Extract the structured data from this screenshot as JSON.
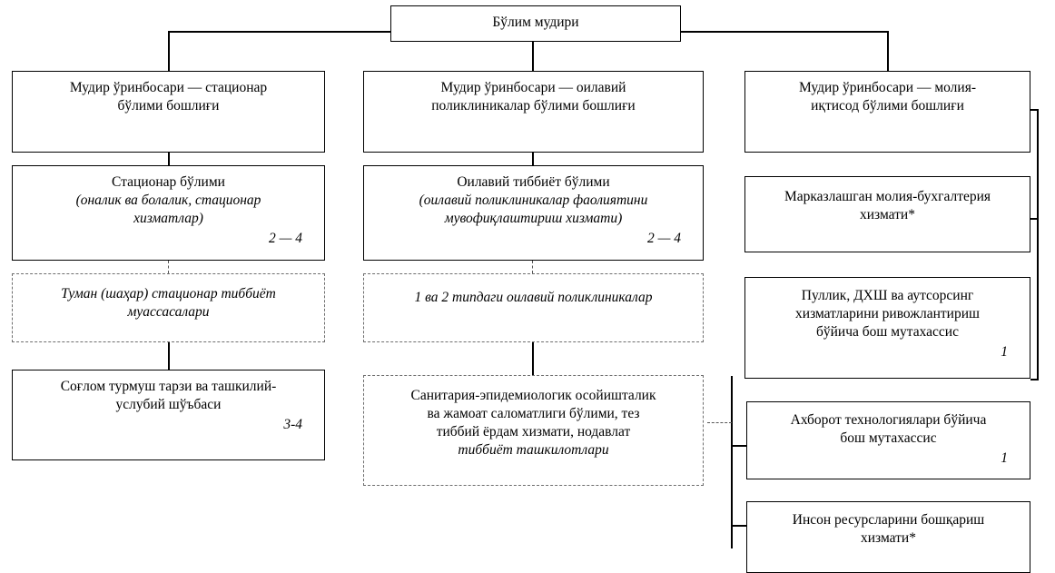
{
  "diagram": {
    "title_node": {
      "id": "head-of-department",
      "lines": [
        "Бўлим мудири"
      ]
    },
    "columns": [
      {
        "id": "stationary-column",
        "nodes": [
          {
            "id": "deputy-stationary",
            "style": "solid",
            "lines": [
              {
                "text": "Мудир ўринбосари — стационар",
                "italic": false
              },
              {
                "text": "бўлими бошлиғи",
                "italic": false
              }
            ],
            "count": ""
          },
          {
            "id": "stationary-department",
            "style": "solid",
            "lines": [
              {
                "text": "Стационар бўлими",
                "italic": false
              },
              {
                "text": "(оналик ва болалик, стационар",
                "italic": true
              },
              {
                "text": "хизматлар)",
                "italic": true
              }
            ],
            "count": "2 — 4"
          },
          {
            "id": "district-stationary-institutions",
            "style": "dashed",
            "lines": [
              {
                "text": "Туман (шаҳар) стационар тиббиёт",
                "italic": true
              },
              {
                "text": "муассасалари",
                "italic": true
              }
            ],
            "count": ""
          },
          {
            "id": "healthy-lifestyle-department",
            "style": "solid",
            "lines": [
              {
                "text": "Соғлом турмуш тарзи ва ташкилий-",
                "italic": false
              },
              {
                "text": "услубий шўъбаси",
                "italic": false
              }
            ],
            "count": "3-4"
          }
        ]
      },
      {
        "id": "family-polyclinics-column",
        "nodes": [
          {
            "id": "deputy-family-polyclinics",
            "style": "solid",
            "lines": [
              {
                "text": "Мудир ўринбосари — оилавий",
                "italic": false
              },
              {
                "text": "поликлиникалар бўлими бошлиғи",
                "italic": false
              }
            ],
            "count": ""
          },
          {
            "id": "family-medicine-department",
            "style": "solid",
            "lines": [
              {
                "text": "Оилавий тиббиёт бўлими",
                "italic": false
              },
              {
                "text": "(оилавий поликлиникалар фаолиятини",
                "italic": true
              },
              {
                "text": "мувофиқлаштириш хизмати)",
                "italic": true
              }
            ],
            "count": "2 — 4"
          },
          {
            "id": "type-1-2-family-polyclinics",
            "style": "dashed",
            "lines": [
              {
                "text": "1 ва 2 типдаги оилавий поликлиникалар",
                "italic": true
              }
            ],
            "count": ""
          },
          {
            "id": "sanitary-epidemiological-department",
            "style": "dashed",
            "lines": [
              {
                "text": "Санитария-эпидемиологик осойишталик",
                "italic": false
              },
              {
                "text": "ва жамоат саломатлиги бўлими, тез",
                "italic": false
              },
              {
                "text": "тиббий ёрдам хизмати, нодавлат",
                "italic": false,
                "mixed": true
              },
              {
                "text": "тиббиёт ташкилотлари",
                "italic": true
              }
            ],
            "count": ""
          }
        ]
      },
      {
        "id": "finance-economics-column",
        "nodes": [
          {
            "id": "deputy-finance-economics",
            "style": "solid",
            "lines": [
              {
                "text": "Мудир ўринбосари — молия-",
                "italic": false
              },
              {
                "text": "иқтисод бўлими бошлиғи",
                "italic": false
              }
            ],
            "count": ""
          },
          {
            "id": "centralized-finance-accounting-service",
            "style": "solid",
            "lines": [
              {
                "text": "Марказлашган молия-бухгалтерия",
                "italic": false
              },
              {
                "text": "хизмати*",
                "italic": false
              }
            ],
            "count": ""
          },
          {
            "id": "paid-services-chief-specialist",
            "style": "solid",
            "lines": [
              {
                "text": "Пуллик, ДХШ ва аутсорсинг",
                "italic": false
              },
              {
                "text": "хизматларини ривожлантириш",
                "italic": false
              },
              {
                "text": "бўйича бош мутахассис",
                "italic": false
              }
            ],
            "count": "1"
          },
          {
            "id": "it-chief-specialist",
            "style": "solid",
            "lines": [
              {
                "text": "Ахборот технологиялари бўйича",
                "italic": false
              },
              {
                "text": "бош мутахассис",
                "italic": false
              }
            ],
            "count": "1"
          },
          {
            "id": "human-resources-service",
            "style": "solid",
            "lines": [
              {
                "text": "Инсон ресурсларини бошқариш",
                "italic": false
              },
              {
                "text": "хизмати*",
                "italic": false
              }
            ],
            "count": ""
          }
        ]
      }
    ],
    "colors": {
      "line": "#000000",
      "dashed_line": "#555555",
      "background": "#ffffff"
    }
  }
}
